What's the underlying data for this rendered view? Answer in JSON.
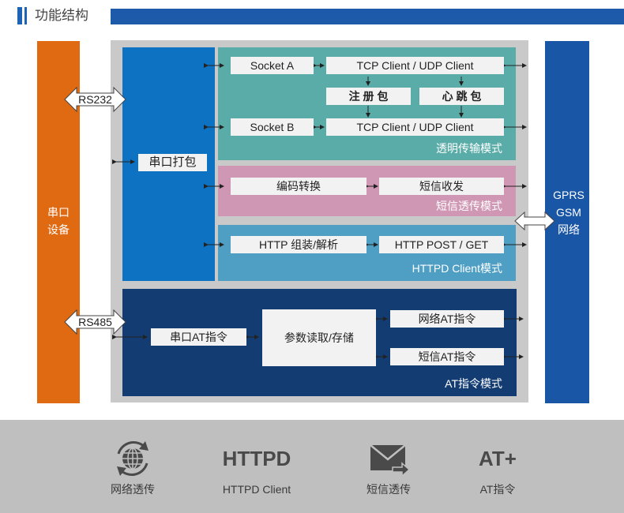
{
  "header": {
    "title": "功能结构"
  },
  "serial_device": {
    "line1": "串口",
    "line2": "设备"
  },
  "network": {
    "line1": "GPRS",
    "line2": "GSM",
    "line3": "网络"
  },
  "interfaces": {
    "rs232": "RS232",
    "rs485": "RS485"
  },
  "packing": {
    "label": "串口打包"
  },
  "transparent": {
    "socket_a": "Socket A",
    "socket_b": "Socket B",
    "client_a": "TCP Client / UDP Client",
    "client_b": "TCP Client / UDP Client",
    "register": "注 册 包",
    "heartbeat": "心 跳 包",
    "mode_label": "透明传输模式"
  },
  "sms": {
    "encode": "编码转换",
    "send_recv": "短信收发",
    "mode_label": "短信透传模式"
  },
  "httpd": {
    "assemble": "HTTP 组装/解析",
    "post_get": "HTTP POST / GET",
    "mode_label": "HTTPD Client模式"
  },
  "at": {
    "serial_at": "串口AT指令",
    "params": "参数读取/存储",
    "net_at": "网络AT指令",
    "sms_at": "短信AT指令",
    "mode_label": "AT指令模式"
  },
  "footer": {
    "items": [
      {
        "icon": "globe-refresh-icon",
        "label": "网络透传"
      },
      {
        "icon_text": "HTTPD",
        "label": "HTTPD Client"
      },
      {
        "icon": "envelope-arrow-icon",
        "label": "短信透传"
      },
      {
        "icon_text": "AT+",
        "label": "AT指令"
      }
    ]
  },
  "colors": {
    "serial": "#e06a12",
    "network": "#1956a6",
    "packing": "#0e72c2",
    "transparent": "#5aaca8",
    "sms": "#cf97b4",
    "httpd": "#4f9ec4",
    "at": "#133c73"
  }
}
